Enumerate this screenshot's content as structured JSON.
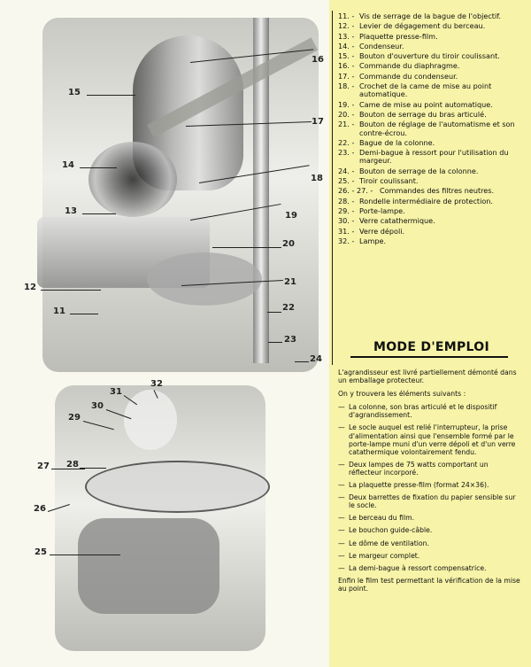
{
  "figure": {
    "callouts_top": [
      "16",
      "15",
      "17",
      "14",
      "18",
      "13",
      "19",
      "20",
      "12",
      "21",
      "11",
      "22",
      "23",
      "24"
    ],
    "callouts_bottom": [
      "32",
      "31",
      "30",
      "29",
      "27",
      "28",
      "26",
      "25"
    ]
  },
  "legend": {
    "items": [
      {
        "num": "11. -",
        "label": "Vis de serrage de la bague de l'objectif."
      },
      {
        "num": "12. -",
        "label": "Levier de dégagement du berceau."
      },
      {
        "num": "13. -",
        "label": "Plaquette presse-film."
      },
      {
        "num": "14. -",
        "label": "Condenseur."
      },
      {
        "num": "15. -",
        "label": "Bouton d'ouverture du tiroir coulissant."
      },
      {
        "num": "16. -",
        "label": "Commande du diaphragme."
      },
      {
        "num": "17. -",
        "label": "Commande du condenseur."
      },
      {
        "num": "18. -",
        "label": "Crochet de la came de mise au point automatique."
      },
      {
        "num": "19. -",
        "label": "Came de mise au point automatique."
      },
      {
        "num": "20. -",
        "label": "Bouton de serrage du bras articulé."
      },
      {
        "num": "21. -",
        "label": "Bouton de réglage de l'automatisme et son contre-écrou."
      },
      {
        "num": "22. -",
        "label": "Bague de la colonne."
      },
      {
        "num": "23. -",
        "label": "Demi-bague à ressort pour l'utilisation du margeur."
      },
      {
        "num": "24. -",
        "label": "Bouton de serrage de la colonne."
      },
      {
        "num": "25. -",
        "label": "Tiroir coulissant."
      },
      {
        "num": "26. - 27. -",
        "label": "Commandes des filtres neutres."
      },
      {
        "num": "28. -",
        "label": "Rondelle intermédiaire de protection."
      },
      {
        "num": "29. -",
        "label": "Porte-lampe."
      },
      {
        "num": "30. -",
        "label": "Verre catathermique."
      },
      {
        "num": "31. -",
        "label": "Verre dépoli."
      },
      {
        "num": "32. -",
        "label": "Lampe."
      }
    ]
  },
  "mode_emploi": {
    "title": "MODE D'EMPLOI",
    "intro_1": "L'agrandisseur est livré partiellement démonté dans un emballage protecteur.",
    "intro_2": "On y trouvera les éléments suivants :",
    "bullets": [
      "La colonne, son bras articulé et le dispositif d'agrandissement.",
      "Le socle auquel est relié l'interrupteur, la prise d'alimentation ainsi que l'ensemble formé par le porte-lampe muni d'un verre dépoli et d'un verre catathermique volontairement fendu.",
      "Deux lampes de 75 watts comportant un réflecteur incorporé.",
      "La plaquette presse-film (format 24×36).",
      "Deux barrettes de fixation du papier sensible sur le socle.",
      "Le berceau du film.",
      "Le bouchon guide-câble.",
      "Le dôme de ventilation.",
      "Le margeur complet.",
      "La demi-bague à ressort compensatrice."
    ],
    "closing": "Enfin le film test permettant la vérification de la mise au point."
  }
}
